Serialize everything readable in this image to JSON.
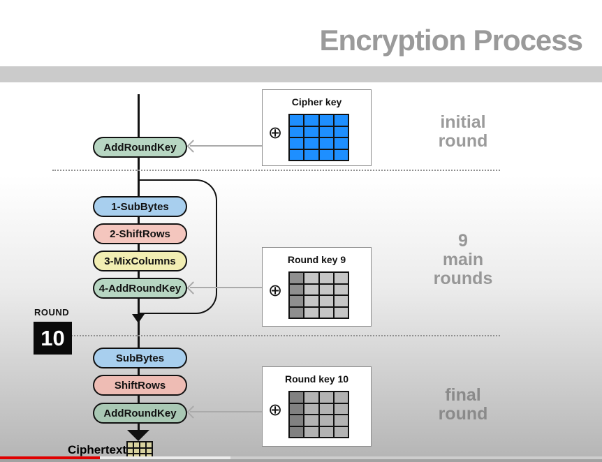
{
  "title": "Encryption Process",
  "pills": [
    {
      "label": "AddRoundKey",
      "color": "#b7d6c2"
    },
    {
      "label": "1-SubBytes",
      "color": "#a8cfee"
    },
    {
      "label": "2-ShiftRows",
      "color": "#f4c6be"
    },
    {
      "label": "3-MixColumns",
      "color": "#f2eeb3"
    },
    {
      "label": "4-AddRoundKey",
      "color": "#b7d6c2"
    },
    {
      "label": "SubBytes",
      "color": "#a8cfee"
    },
    {
      "label": "ShiftRows",
      "color": "#eebcb4"
    },
    {
      "label": "AddRoundKey",
      "color": "#a9c8b4"
    }
  ],
  "key_boxes": [
    {
      "title": "Cipher key",
      "xor": "⊕",
      "cell_color": "#1E8FFF",
      "first_col_color": "#1E8FFF"
    },
    {
      "title": "Round key 9",
      "xor": "⊕",
      "cell_color": "#c6c6c6",
      "first_col_color": "#8f8f8f"
    },
    {
      "title": "Round key 10",
      "xor": "⊕",
      "cell_color": "#b3b3b3",
      "first_col_color": "#818181"
    }
  ],
  "stage_labels": [
    {
      "lines": [
        "initial",
        "round"
      ]
    },
    {
      "lines": [
        "9",
        "main",
        "rounds"
      ]
    },
    {
      "lines": [
        "final",
        "round"
      ]
    }
  ],
  "round_indicator": {
    "label": "ROUND",
    "value": "10"
  },
  "ciphertext": {
    "label": "Ciphertext",
    "cell_color": "#d8d29e"
  },
  "player": {
    "progress_color": "#e00000"
  }
}
